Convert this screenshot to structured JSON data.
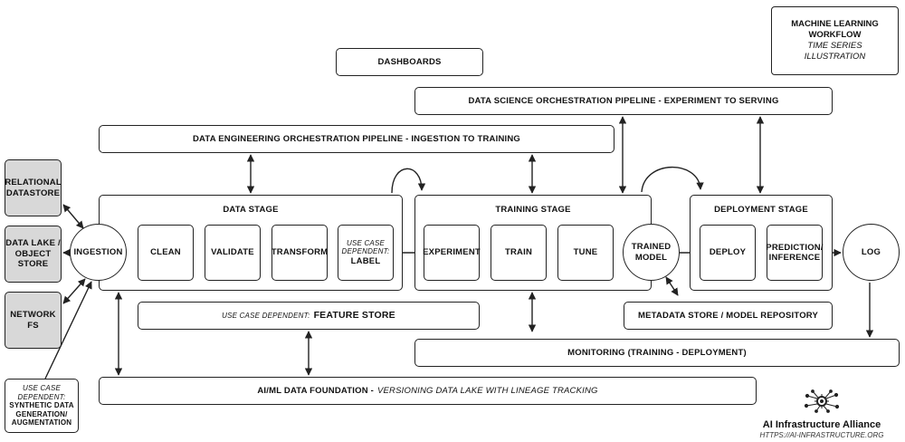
{
  "title": {
    "line1": "MACHINE LEARNING",
    "line2": "WORKFLOW",
    "line3": "TIME SERIES",
    "line4": "ILLUSTRATION"
  },
  "pipelines": {
    "dashboards": "DASHBOARDS",
    "data_science": "DATA SCIENCE ORCHESTRATION PIPELINE - EXPERIMENT TO SERVING",
    "data_engineering": "DATA ENGINEERING ORCHESTRATION PIPELINE - INGESTION TO TRAINING"
  },
  "sources": {
    "relational": "RELATIONAL DATASTORE",
    "data_lake": "DATA LAKE / OBJECT STORE",
    "network_fs": "NETWORK FS",
    "synthetic_prefix": "USE CASE DEPENDENT:",
    "synthetic": "SYNTHETIC DATA GENERATION/ AUGMENTATION"
  },
  "data_stage": {
    "title": "DATA STAGE",
    "ingestion": "INGESTION",
    "clean": "CLEAN",
    "validate": "VALIDATE",
    "transform": "TRANSFORM",
    "label_prefix": "USE CASE DEPENDENT:",
    "label": "LABEL"
  },
  "training_stage": {
    "title": "TRAINING STAGE",
    "experiment": "EXPERIMENT",
    "train": "TRAIN",
    "tune": "TUNE",
    "trained_model": "TRAINED MODEL"
  },
  "deployment_stage": {
    "title": "DEPLOYMENT STAGE",
    "deploy": "DEPLOY",
    "prediction": "PREDICTION/ INFERENCE",
    "log": "LOG"
  },
  "feature_store": {
    "prefix": "USE CASE DEPENDENT:",
    "label": "FEATURE STORE"
  },
  "metadata_store": "METADATA STORE / MODEL REPOSITORY",
  "monitoring": "MONITORING (TRAINING - DEPLOYMENT)",
  "foundation": {
    "label": "AI/ML DATA FOUNDATION -",
    "subtitle": "VERSIONING DATA LAKE WITH LINEAGE TRACKING"
  },
  "brand": {
    "name": "AI Infrastructure Alliance",
    "url": "HTTPS://AI-INFRASTRUCTURE.ORG"
  },
  "colors": {
    "stroke": "#222222",
    "source_fill": "#d8d8d8"
  }
}
